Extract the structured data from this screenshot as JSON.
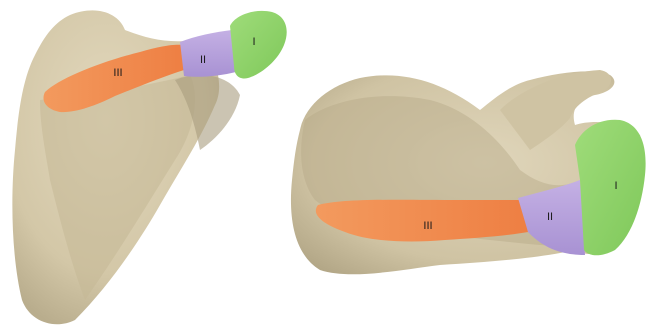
{
  "colors": {
    "background": "#ffffff",
    "bone": "#d9ceb0",
    "bone_shadow": "#c7bb9a",
    "bone_dark": "#9f947a",
    "region_I": "#8fd46a",
    "region_II": "#b9a3dc",
    "region_III": "#f08a4e"
  },
  "views": [
    {
      "regions": [
        {
          "label": "III"
        },
        {
          "label": "II"
        },
        {
          "label": "I"
        }
      ]
    },
    {
      "regions": [
        {
          "label": "III"
        },
        {
          "label": "II"
        },
        {
          "label": "I"
        }
      ]
    }
  ]
}
